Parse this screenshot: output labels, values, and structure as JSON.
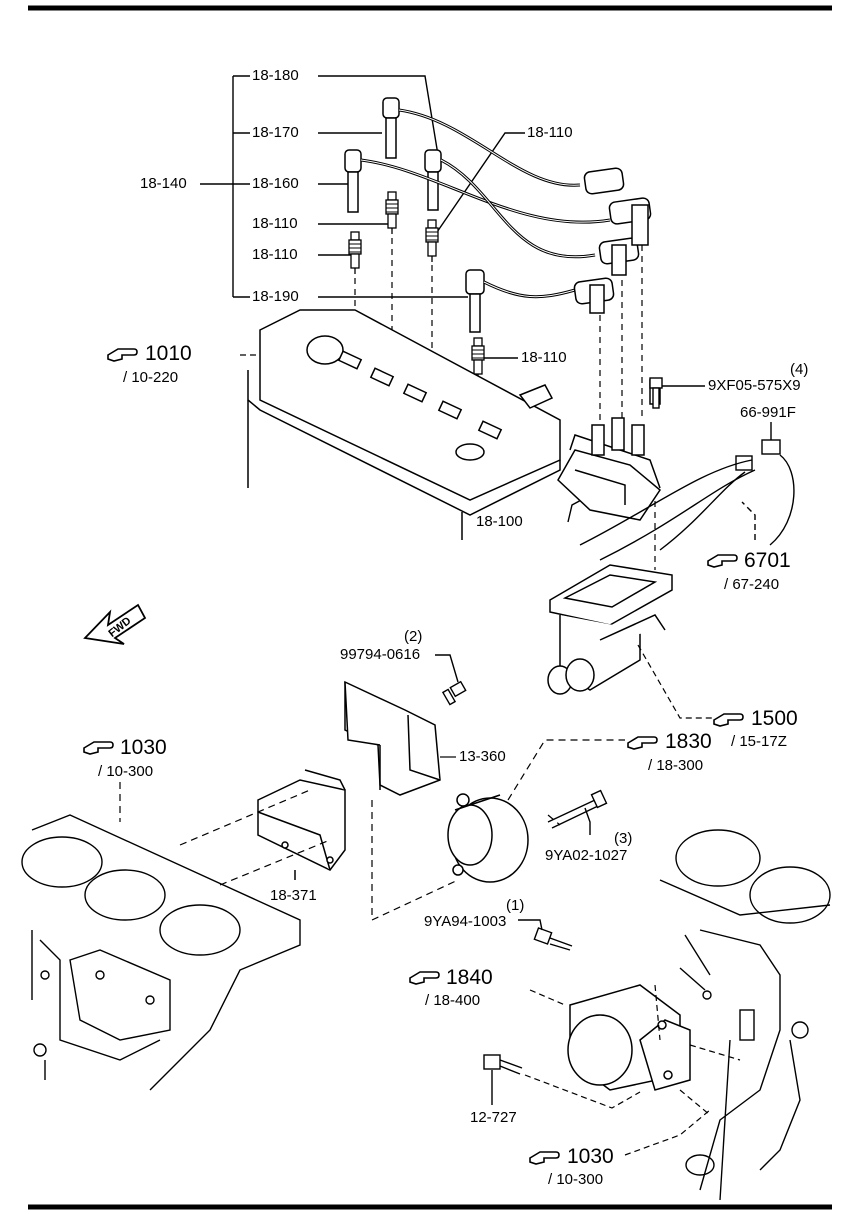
{
  "labels": {
    "l18_180": "18-180",
    "l18_170": "18-170",
    "l18_110_top": "18-110",
    "l18_140": "18-140",
    "l18_160": "18-160",
    "l18_110_a": "18-110",
    "l18_110_b": "18-110",
    "l18_190": "18-190",
    "l18_110_c": "18-110",
    "l18_100": "18-100",
    "l13_360": "13-360",
    "l18_371": "18-371",
    "l12_727": "12-727",
    "qty4": "(4)",
    "part_9xf05": "9XF05-575X9",
    "part_66_991f": "66-991F",
    "qty2": "(2)",
    "part_99794": "99794-0616",
    "qty3": "(3)",
    "part_9ya02": "9YA02-1027",
    "qty1": "(1)",
    "part_9ya94": "9YA94-1003",
    "fwd": "FWD"
  },
  "refs": [
    {
      "id": "ref-1010",
      "code": "1010",
      "page": "/ 10-220"
    },
    {
      "id": "ref-6701",
      "code": "6701",
      "page": "/ 67-240"
    },
    {
      "id": "ref-1500",
      "code": "1500",
      "page": "/ 15-17Z"
    },
    {
      "id": "ref-1030-left",
      "code": "1030",
      "page": "/ 10-300"
    },
    {
      "id": "ref-1830",
      "code": "1830",
      "page": "/ 18-300"
    },
    {
      "id": "ref-1840",
      "code": "1840",
      "page": "/ 18-400"
    },
    {
      "id": "ref-1030-bottom",
      "code": "1030",
      "page": "/ 10-300"
    }
  ]
}
